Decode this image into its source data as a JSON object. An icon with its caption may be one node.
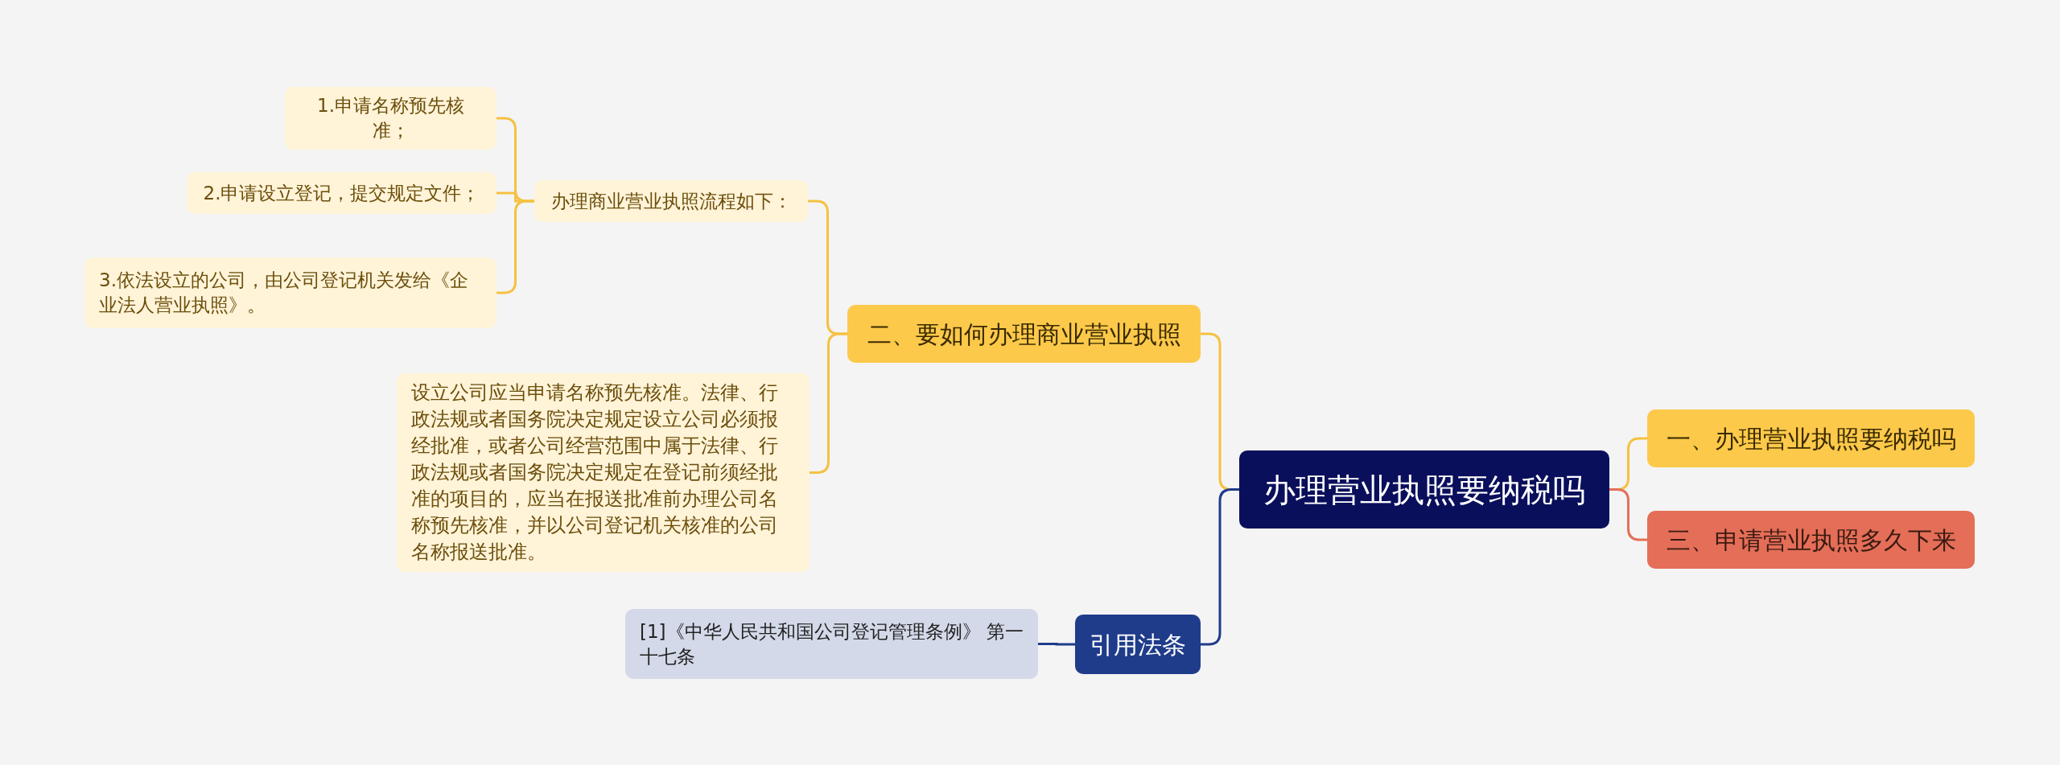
{
  "diagram": {
    "nodes": [
      {
        "text": [
          "办理营业执照要纳税吗"
        ]
      },
      {
        "text": [
          "一、办理营业执照要纳税吗"
        ]
      },
      {
        "text": [
          "三、申请营业执照多久下来"
        ]
      },
      {
        "text": [
          "二、要如何办理商业营业执照"
        ]
      },
      {
        "text": [
          "办理商业营业执照流程如下："
        ]
      },
      {
        "text": [
          "1.申请名称预先核准；"
        ]
      },
      {
        "text": [
          "2.申请设立登记，提交规定文件；"
        ]
      },
      {
        "text": [
          "3.依法设立的公司，由公司登记机关发给《企业法人营业执照》。"
        ]
      },
      {
        "text": [
          "设立公司应当申请名称预先核准。法律、行政法规或者国务院决定规定设立公司必须报经批准，或者公司经营范围中属于法律、行政法规或者国务院决定规定在登记前须经批准的项目的，应当在报送批准前办理公司名称预先核准，并以公司登记机关核准的公司名称报送批准。"
        ]
      },
      {
        "text": [
          "引用法条"
        ]
      },
      {
        "text": [
          "[1]《中华人民共和国公司登记管理条例》 第一十七条"
        ]
      }
    ],
    "edges": [
      {
        "from": 0,
        "to": 1,
        "arrow": "none"
      },
      {
        "from": 0,
        "to": 2,
        "arrow": "none",
        "color": "#e46e58"
      },
      {
        "from": 0,
        "to": 3,
        "arrow": "none"
      },
      {
        "from": 0,
        "to": 9,
        "arrow": "none",
        "color": "#1f3c8a"
      },
      {
        "from": 3,
        "to": 4,
        "arrow": "none"
      },
      {
        "from": 3,
        "to": 8,
        "arrow": "none"
      },
      {
        "from": 4,
        "to": 5,
        "arrow": "none"
      },
      {
        "from": 4,
        "to": 6,
        "arrow": "none"
      },
      {
        "from": 4,
        "to": 7,
        "arrow": "none"
      },
      {
        "from": 9,
        "to": 10,
        "arrow": "none",
        "color": "#1f3c8a"
      }
    ]
  }
}
